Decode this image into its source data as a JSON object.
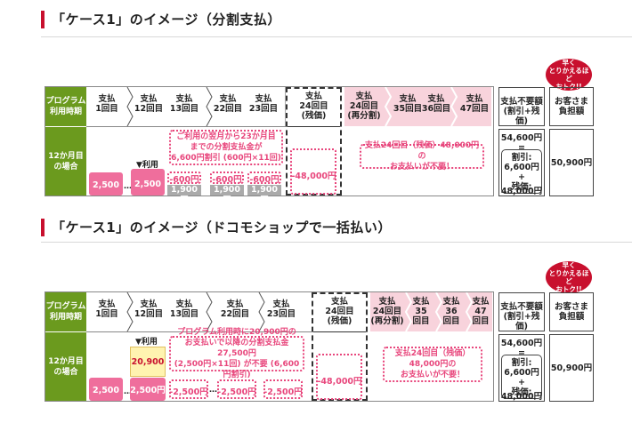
{
  "section1": {
    "title": "「ケース1」のイメージ（分割支払）",
    "row_header": [
      "プログラム",
      "利用時期"
    ],
    "columns": [
      [
        "支払",
        "1回目"
      ],
      [
        "支払",
        "12回目"
      ],
      [
        "支払",
        "13回目"
      ],
      [
        "支払",
        "22回目"
      ],
      [
        "支払",
        "23回目"
      ],
      [
        "支払",
        "24回目",
        "(残価)"
      ],
      [
        "支払",
        "24回目",
        "(再分割)"
      ],
      [
        "支払",
        "35回目"
      ],
      [
        "支払",
        "36回目"
      ],
      [
        "支払",
        "47回目"
      ]
    ],
    "sum_header": [
      "支払不要額",
      "(割引+残価)"
    ],
    "pay_header": [
      "お客さま",
      "負担額"
    ],
    "badge": [
      "早く",
      "とりかえるほど",
      "おトク!!"
    ],
    "case_label": [
      "12か月目",
      "の場合"
    ],
    "riyou": "▼利用",
    "bar1": "2,500円",
    "bar2": "2,500円",
    "neg600": "-600円",
    "gray1900": "1,900円",
    "minus48000": "-48,000円",
    "bubble1": [
      "ご利用の翌月から23か月目",
      "までの分割支払金が",
      "6,600円割引 (600円×11回)"
    ],
    "bubble2": [
      "支払24回目（残価）48,000円の",
      "お支払いが不要！"
    ],
    "sum_values": [
      "54,600円",
      "=",
      "割引:",
      "6,600円",
      "+",
      "残価:",
      "48,000円"
    ],
    "pay_value": "50,900円"
  },
  "section2": {
    "title": "「ケース1」のイメージ（ドコモショップで一括払い）",
    "row_header": [
      "プログラム",
      "利用時期"
    ],
    "columns": [
      [
        "支払",
        "1回目"
      ],
      [
        "支払",
        "12回目"
      ],
      [
        "支払",
        "13回目"
      ],
      [
        "支払",
        "22回目"
      ],
      [
        "支払",
        "23回目"
      ],
      [
        "支払",
        "24回目",
        "(残価)"
      ],
      [
        "支払",
        "24回目",
        "(再分割)"
      ],
      [
        "支払",
        "35",
        "回目"
      ],
      [
        "支払",
        "36",
        "回目"
      ],
      [
        "支払",
        "47",
        "回目"
      ]
    ],
    "sum_header": [
      "支払不要額",
      "(割引+残価)"
    ],
    "pay_header": [
      "お客さま",
      "負担額"
    ],
    "badge": [
      "早く",
      "とりかえるほど",
      "おトク!!"
    ],
    "case_label": [
      "12か月目",
      "の場合"
    ],
    "riyou": "▼利用",
    "yellow": "20,900円",
    "bar1": "2,500円",
    "bar2": "2,500円",
    "neg2500": "-2,500円",
    "minus48000": "-48,000円",
    "bubble1": [
      "プログラム利用時に20,900円の",
      "お支払いで以降の分割支払金27,500円",
      "(2,500円×11回) が不要 (6,600円割引)"
    ],
    "bubble2": [
      "支払24回目（残価）",
      "48,000円の",
      "お支払いが不要！"
    ],
    "sum_values": [
      "54,600円",
      "=",
      "割引:",
      "6,600円",
      "+",
      "残価:",
      "48,000円"
    ],
    "pay_value": "50,900円"
  },
  "colors": {
    "accent": "#c8102e",
    "green": "#6b9a1e",
    "pink": "#ef6e9c",
    "lightpink": "#f8d3dc"
  }
}
